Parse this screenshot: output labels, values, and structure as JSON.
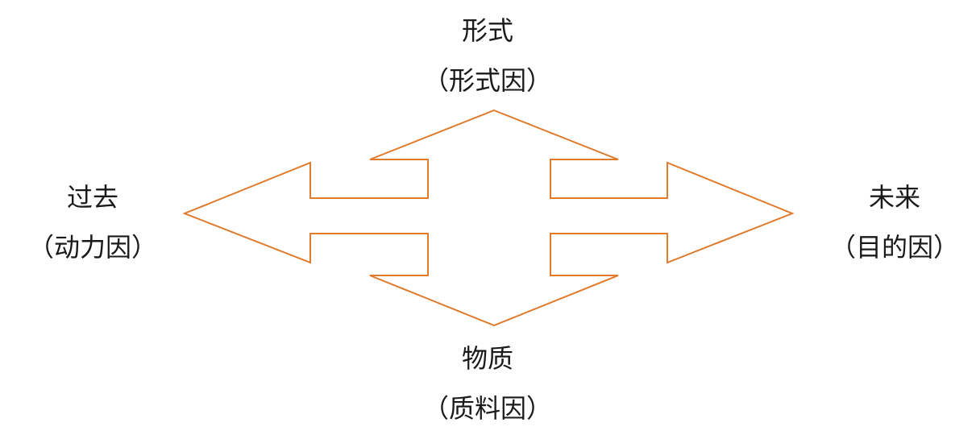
{
  "colors": {
    "arrow_stroke": "#e07b2e",
    "text": "#1a1a1a",
    "background": "#ffffff"
  },
  "diagram": {
    "top": {
      "title": "形式",
      "subtitle": "（形式因）"
    },
    "bottom": {
      "title": "物质",
      "subtitle": "（质料因）"
    },
    "left": {
      "title": "过去",
      "subtitle": "（动力因）"
    },
    "right": {
      "title": "未来",
      "subtitle": "（目的因）"
    }
  }
}
